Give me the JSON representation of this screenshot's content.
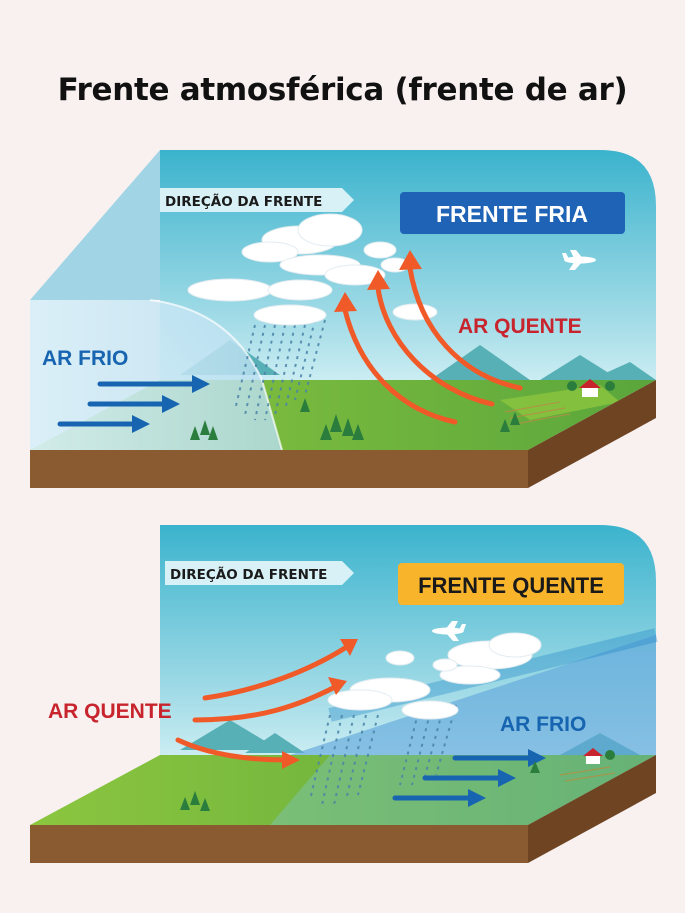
{
  "title": "Frente atmosférica (frente de ar)",
  "colors": {
    "sky_top": "#3fb7cf",
    "sky_bottom": "#bfe7ee",
    "cold_air": "#1764b0",
    "warm_air": "#f05a28",
    "warm_label": "#c8242d",
    "cold_badge": "#1f63b6",
    "warm_badge": "#f8b52c",
    "ground_top": "#6db544",
    "ground_side": "#8a5a31"
  },
  "panels": {
    "cold_front": {
      "direction_label": "DIREÇÃO DA FRENTE",
      "badge": "FRENTE FRIA",
      "cold_air_label": "AR FRIO",
      "warm_air_label": "AR QUENTE"
    },
    "warm_front": {
      "direction_label": "DIREÇÃO DA FRENTE",
      "badge": "FRENTE QUENTE",
      "warm_air_label": "AR QUENTE",
      "cold_air_label": "AR FRIO"
    }
  },
  "icons": [
    "airplane-icon",
    "house-icon",
    "tree-icon",
    "cloud-icon",
    "rain-icon",
    "arrow-icon"
  ]
}
